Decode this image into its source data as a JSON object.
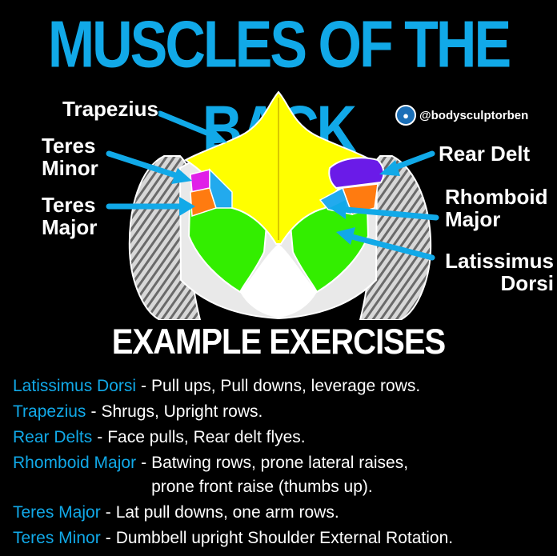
{
  "title": "MUSCLES OF THE BACK",
  "handle": "@bodysculptorben",
  "labels": {
    "trapezius": "Trapezius",
    "teres_minor": "Teres\nMinor",
    "teres_major": "Teres\nMajor",
    "rear_delt": "Rear Delt",
    "rhomboid_major": "Rhomboid\nMajor",
    "latissimus_dorsi": "Latissimus\nDorsi"
  },
  "subtitle": "EXAMPLE EXERCISES",
  "separator": "-",
  "exercises": [
    {
      "name": "Latissimus Dorsi",
      "desc": "Pull ups, Pull downs, leverage rows."
    },
    {
      "name": "Trapezius",
      "desc": "Shrugs, Upright rows."
    },
    {
      "name": "Rear Delts",
      "desc": "Face pulls, Rear delt flyes."
    },
    {
      "name": "Rhomboid Major",
      "desc": "Batwing rows, prone lateral raises,\nprone front raise (thumbs up)."
    },
    {
      "name": "Teres Major",
      "desc": "Lat pull downs, one arm rows."
    },
    {
      "name": "Teres Minor",
      "desc": "Dumbbell upright Shoulder External Rotation."
    }
  ],
  "colors": {
    "accent_blue": "#11a9e8",
    "trapezius": "#ffff00",
    "latissimus": "#33ee00",
    "rear_delt": "#6a1be8",
    "rhomboid": "#ff7b10",
    "teres_minor": "#e020e8",
    "teres_major": "#ff7b10",
    "infraspinatus": "#22aaee"
  }
}
